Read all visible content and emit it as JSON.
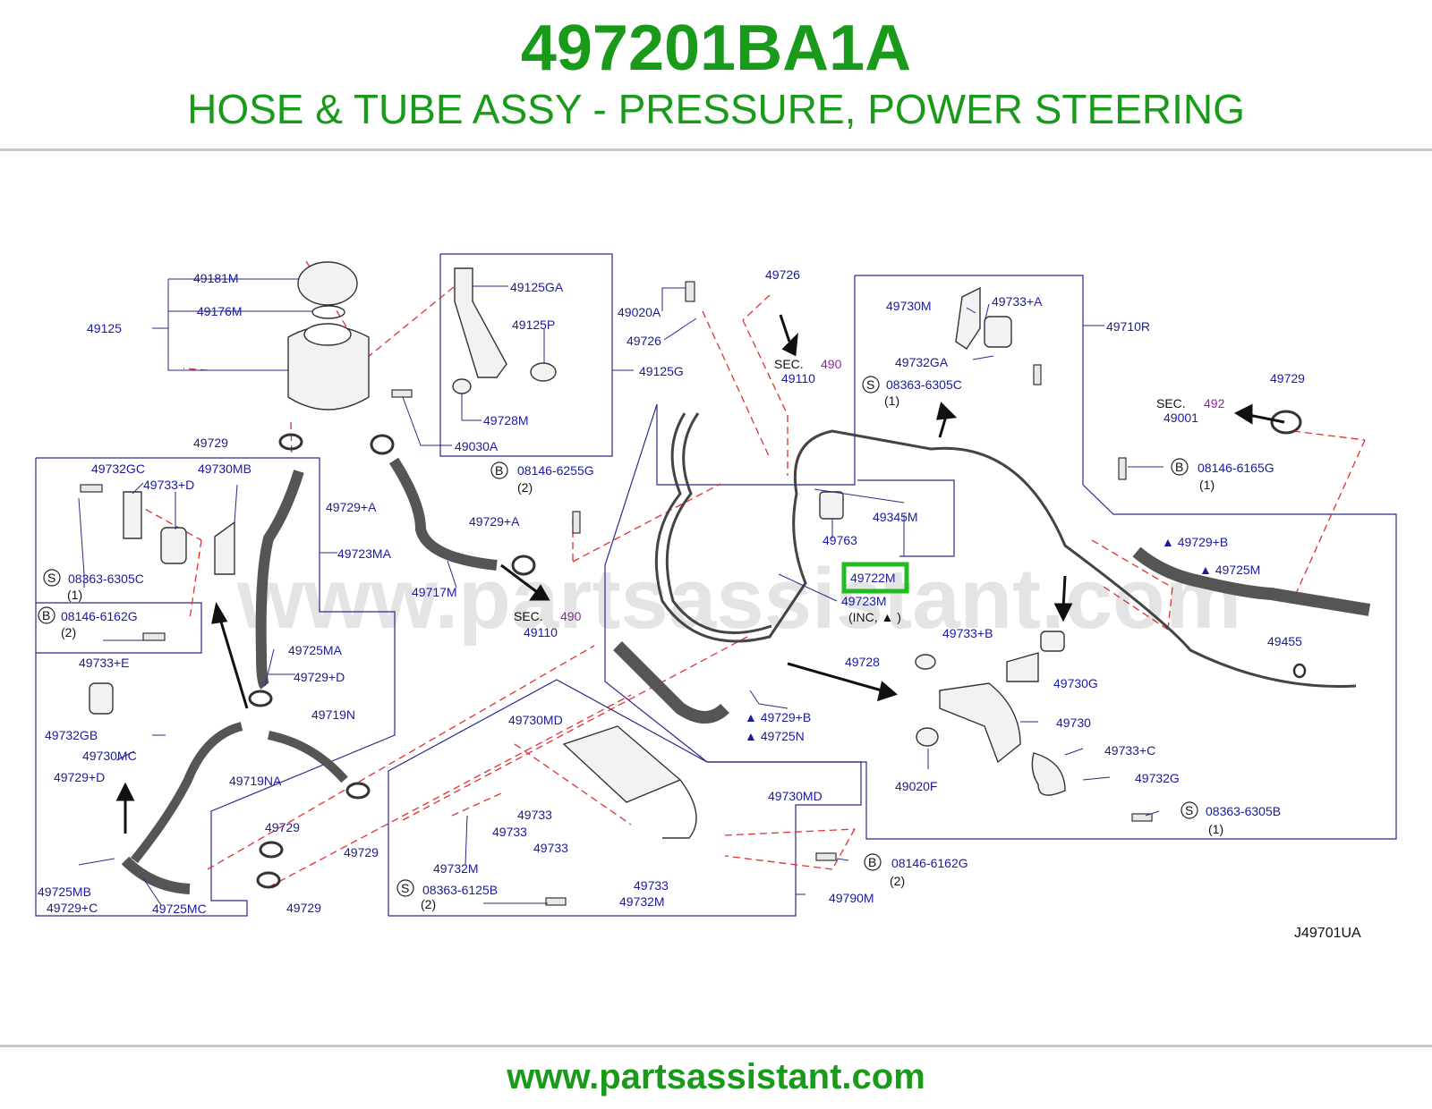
{
  "header": {
    "part_number": "497201BA1A",
    "description": "HOSE & TUBE ASSY - PRESSURE, POWER STEERING"
  },
  "diagram": {
    "watermark": "www.partsassistant.com",
    "diagram_code": "J49701UA",
    "highlighted_label": "49722M",
    "labels": [
      {
        "text": "49181M"
      },
      {
        "text": "49176M"
      },
      {
        "text": "49125"
      },
      {
        "text": "49125GA"
      },
      {
        "text": "49125P"
      },
      {
        "text": "49125G"
      },
      {
        "text": "49728M"
      },
      {
        "text": "49030A"
      },
      {
        "text": "49020A"
      },
      {
        "text": "49726"
      },
      {
        "text": "49726"
      },
      {
        "text": "49110"
      },
      {
        "text": "49730M"
      },
      {
        "text": "49733+A"
      },
      {
        "text": "49710R"
      },
      {
        "text": "49732GA"
      },
      {
        "text": "08363-6305C"
      },
      {
        "text": "(1)"
      },
      {
        "text": "49729"
      },
      {
        "text": "49001"
      },
      {
        "text": "49729"
      },
      {
        "text": "49732GC"
      },
      {
        "text": "49730MB"
      },
      {
        "text": "49733+D"
      },
      {
        "text": "49729+A"
      },
      {
        "text": "08146-6255G"
      },
      {
        "text": "(2)"
      },
      {
        "text": "49729+A"
      },
      {
        "text": "49345M"
      },
      {
        "text": "49763"
      },
      {
        "text": "08146-6165G"
      },
      {
        "text": "(1)"
      },
      {
        "text": "▲ 49729+B"
      },
      {
        "text": "▲ 49725M"
      },
      {
        "text": "49723MA"
      },
      {
        "text": "08363-6305C"
      },
      {
        "text": "(1)"
      },
      {
        "text": "49717M"
      },
      {
        "text": "49110"
      },
      {
        "text": "49723M"
      },
      {
        "text": "(INC,    ▲    )"
      },
      {
        "text": "08146-6162G"
      },
      {
        "text": "(2)"
      },
      {
        "text": "49733+B"
      },
      {
        "text": "49455"
      },
      {
        "text": "49725MA"
      },
      {
        "text": "49729+D"
      },
      {
        "text": "49733+E"
      },
      {
        "text": "49728"
      },
      {
        "text": "49730G"
      },
      {
        "text": "49719N"
      },
      {
        "text": "▲ 49729+B"
      },
      {
        "text": "49732GB"
      },
      {
        "text": "▲ 49725N"
      },
      {
        "text": "49730MD"
      },
      {
        "text": "49730"
      },
      {
        "text": "49730MC"
      },
      {
        "text": "49733+C"
      },
      {
        "text": "49729+D"
      },
      {
        "text": "49719NA"
      },
      {
        "text": "49732G"
      },
      {
        "text": "49020F"
      },
      {
        "text": "49729"
      },
      {
        "text": "49733"
      },
      {
        "text": "49733"
      },
      {
        "text": "49730MD"
      },
      {
        "text": "08363-6305B"
      },
      {
        "text": "(1)"
      },
      {
        "text": "49729"
      },
      {
        "text": "49733"
      },
      {
        "text": "49732M"
      },
      {
        "text": "08146-6162G"
      },
      {
        "text": "(2)"
      },
      {
        "text": "49725MB"
      },
      {
        "text": "49733"
      },
      {
        "text": "08363-6125B"
      },
      {
        "text": "49729+C"
      },
      {
        "text": "49725MC"
      },
      {
        "text": "(2)"
      },
      {
        "text": "49729"
      },
      {
        "text": "49732M"
      },
      {
        "text": "49790M"
      }
    ],
    "sections": [
      {
        "prefix": "SEC.",
        "num": "490"
      },
      {
        "prefix": "SEC.",
        "num": "492"
      },
      {
        "prefix": "SEC.",
        "num": "490"
      }
    ],
    "circle_marks": [
      {
        "letter": "S"
      },
      {
        "letter": "B"
      },
      {
        "letter": "B"
      },
      {
        "letter": "S"
      },
      {
        "letter": "B"
      },
      {
        "letter": "S"
      },
      {
        "letter": "B"
      },
      {
        "letter": "S"
      }
    ]
  },
  "footer": {
    "url": "www.partsassistant.com"
  },
  "colors": {
    "brand_green": "#1a9a1a",
    "label_blue": "#1a1aa0",
    "section_purple": "#8a2a9a",
    "highlight_box": "#22bb22",
    "leader_line": "#2a2a8a",
    "dash_red": "#e03030"
  }
}
